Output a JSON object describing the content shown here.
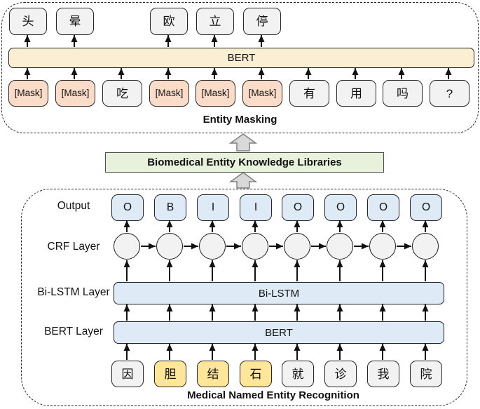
{
  "masking": {
    "section_label": "Entity Masking",
    "bert_label": "BERT",
    "outputs": [
      "头",
      "晕",
      "欧",
      "立",
      "停"
    ],
    "inputs": [
      {
        "text": "[Mask]",
        "masked": true
      },
      {
        "text": "[Mask]",
        "masked": true
      },
      {
        "text": "吃",
        "masked": false
      },
      {
        "text": "[Mask]",
        "masked": true
      },
      {
        "text": "[Mask]",
        "masked": true
      },
      {
        "text": "[Mask]",
        "masked": true
      },
      {
        "text": "有",
        "masked": false
      },
      {
        "text": "用",
        "masked": false
      },
      {
        "text": "吗",
        "masked": false
      },
      {
        "text": "?",
        "masked": false
      }
    ]
  },
  "knowledge": {
    "label": "Biomedical Entity Knowledge Libraries"
  },
  "ner": {
    "section_label": "Medical Named Entity Recognition",
    "row_labels": [
      "Output",
      "CRF Layer",
      "Bi-LSTM Layer",
      "BERT Layer"
    ],
    "outputs": [
      "O",
      "B",
      "I",
      "I",
      "O",
      "O",
      "O",
      "O"
    ],
    "bilstm_label": "Bi-LSTM",
    "bert_label": "BERT",
    "tokens": [
      {
        "text": "因",
        "entity": false
      },
      {
        "text": "胆",
        "entity": true
      },
      {
        "text": "结",
        "entity": true
      },
      {
        "text": "石",
        "entity": true
      },
      {
        "text": "就",
        "entity": false
      },
      {
        "text": "诊",
        "entity": false
      },
      {
        "text": "我",
        "entity": false
      },
      {
        "text": "院",
        "entity": false
      }
    ]
  },
  "colors": {
    "mask_box": "#FBDCC9",
    "plain_box": "#F2F2F2",
    "entity_box": "#FFE699",
    "blue_box": "#DEEBF7",
    "bert_top_bar": "#FBEFD3",
    "knowledge_box": "#E7F1DC",
    "block_arrow_fill": "#D9D9D9",
    "block_arrow_stroke": "#808080",
    "arrow": "#111111"
  }
}
